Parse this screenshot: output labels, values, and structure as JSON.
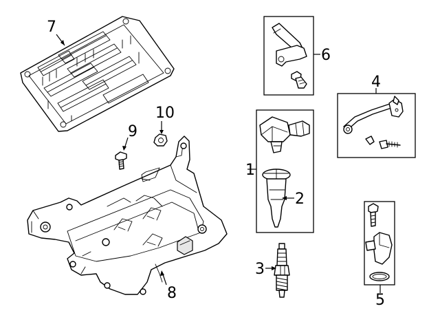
{
  "callouts": {
    "c1": "1",
    "c2": "2",
    "c3": "3",
    "c4": "4",
    "c5": "5",
    "c6": "6",
    "c7": "7",
    "c8": "8",
    "c9": "9",
    "c10": "10"
  },
  "parts": [
    {
      "callout": "1",
      "icon": "ignition-coil-assembly"
    },
    {
      "callout": "2",
      "icon": "coil-boot"
    },
    {
      "callout": "3",
      "icon": "spark-plug"
    },
    {
      "callout": "4",
      "icon": "oxygen-sensor-bracket-kit"
    },
    {
      "callout": "5",
      "icon": "camshaft-position-sensor"
    },
    {
      "callout": "6",
      "icon": "crankshaft-position-sensor"
    },
    {
      "callout": "7",
      "icon": "engine-control-module"
    },
    {
      "callout": "8",
      "icon": "ecm-mounting-bracket"
    },
    {
      "callout": "9",
      "icon": "bolt"
    },
    {
      "callout": "10",
      "icon": "nut"
    }
  ]
}
